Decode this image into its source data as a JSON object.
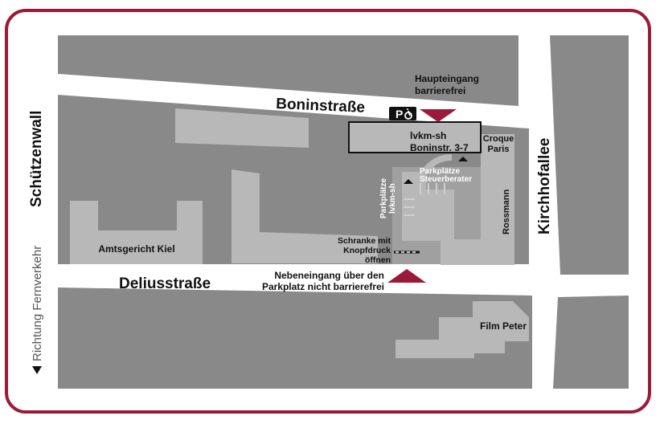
{
  "colors": {
    "frame": "#9b1a3a",
    "block": "#898989",
    "building": "#b8b8b8",
    "inner_yard": "#a0a0a0",
    "road": "#ffffff",
    "marker": "#9b1a3a",
    "text": "#111111",
    "direction_text": "#555555"
  },
  "streets": {
    "boninstrasse": "Boninstraße",
    "deliusstrasse": "Deliusstraße",
    "schuetzenwall": "Schützenwall",
    "kirchhofallee": "Kirchhofallee"
  },
  "direction": {
    "label": "Richtung Fernverkehr",
    "arrow_icon": "arrow-down-icon"
  },
  "entrances": {
    "main_line1": "Haupteingang",
    "main_line2": "barrierefrei",
    "side_line1": "Nebeneingang über den",
    "side_line2": "Parkplatz nicht barrierefrei"
  },
  "parking_sign": {
    "letter": "P",
    "icon": "wheelchair-icon"
  },
  "target_building": {
    "line1": "lvkm-sh",
    "line2": "Boninstr. 3-7"
  },
  "labels": {
    "croque_line1": "Croque",
    "croque_line2": "Paris",
    "parking_advisor_line1": "Parkplätze",
    "parking_advisor_line2": "Steuerberater",
    "parking_lvkm_line1": "Parkplätze",
    "parking_lvkm_line2": "lvkm-sh",
    "rossmann": "Rossmann",
    "barrier_line1": "Schranke mit",
    "barrier_line2": "Knopfdruck",
    "barrier_line3": "öffnen",
    "amtsgericht": "Amtsgericht Kiel",
    "film_peter": "Film Peter"
  }
}
